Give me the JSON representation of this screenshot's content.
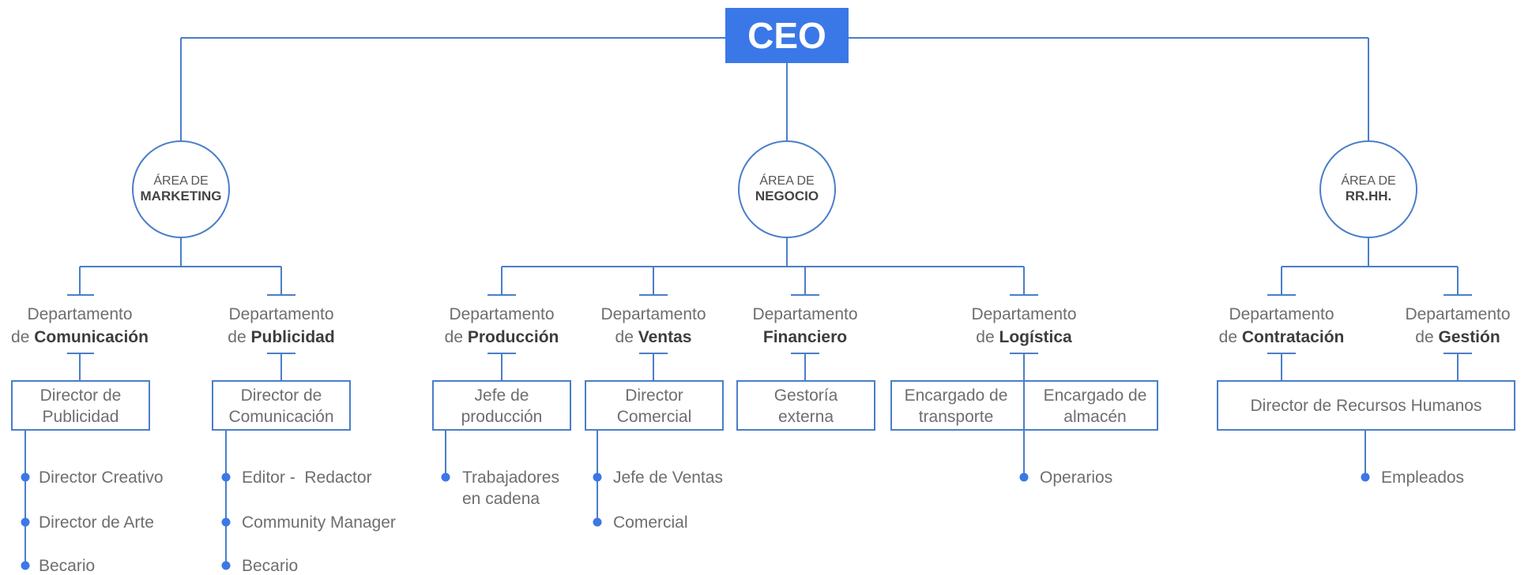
{
  "ceo": "CEO",
  "areas": {
    "marketing": {
      "prefix": "ÁREA DE",
      "name": "MARKETING"
    },
    "negocio": {
      "prefix": "ÁREA DE",
      "name": "NEGOCIO"
    },
    "rrhh": {
      "prefix": "ÁREA DE",
      "name": "RR.HH."
    }
  },
  "departments": {
    "comunicacion": {
      "line1": "Departamento",
      "pre": "de ",
      "name": "Comunicación"
    },
    "publicidad": {
      "line1": "Departamento",
      "pre": "de ",
      "name": "Publicidad"
    },
    "produccion": {
      "line1": "Departamento",
      "pre": "de ",
      "name": "Producción"
    },
    "ventas": {
      "line1": "Departamento",
      "pre": "de ",
      "name": "Ventas"
    },
    "financiero": {
      "line1": "Departamento",
      "pre": "",
      "name": "Financiero"
    },
    "logistica": {
      "line1": "Departamento",
      "pre": "de ",
      "name": "Logística"
    },
    "contratacion": {
      "line1": "Departamento",
      "pre": "de ",
      "name": "Contratación"
    },
    "gestion": {
      "line1": "Departamento",
      "pre": "de ",
      "name": "Gestión"
    }
  },
  "boxes": {
    "dir_publicidad": {
      "line1": "Director de",
      "line2": "Publicidad"
    },
    "dir_comunicacion": {
      "line1": "Director de",
      "line2": "Comunicación"
    },
    "jefe_produccion": {
      "line1": "Jefe de",
      "line2": "producción"
    },
    "dir_comercial": {
      "line1": "Director",
      "line2": "Comercial"
    },
    "gestoria": {
      "line1": "Gestoría",
      "line2": "externa"
    },
    "enc_transporte": {
      "line1": "Encargado de",
      "line2": "transporte"
    },
    "enc_almacen": {
      "line1": "Encargado de",
      "line2": "almacén"
    },
    "dir_rrhh": {
      "line1": "Director de Recursos Humanos"
    }
  },
  "subordinates": {
    "comunicacion": [
      "Director Creativo",
      "Director de Arte",
      "Becario"
    ],
    "publicidad": [
      "Editor -  Redactor",
      "Community Manager",
      "Becario"
    ],
    "produccion": {
      "line1": "Trabajadores",
      "line2": "en cadena"
    },
    "ventas": [
      "Jefe de Ventas",
      "Comercial"
    ],
    "logistica": [
      "Operarios"
    ],
    "rrhh": [
      "Empleados"
    ]
  }
}
